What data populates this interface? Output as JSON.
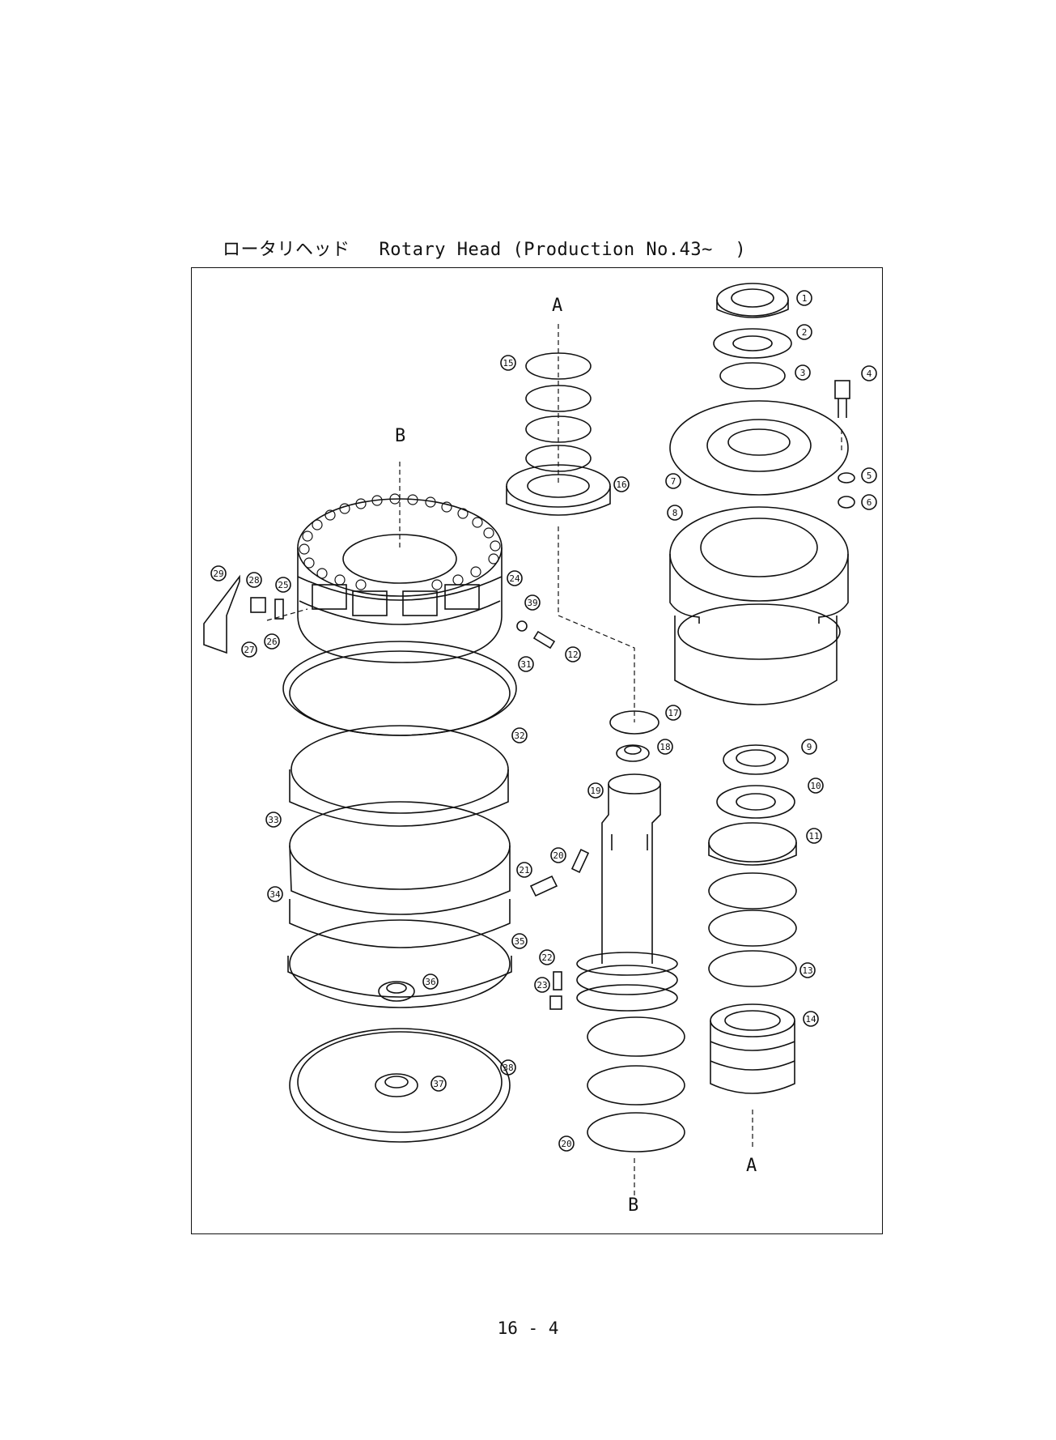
{
  "header": {
    "japanese_title": "ロータリヘッド",
    "english_title": "Rotary Head (Production No.43~  )"
  },
  "view_markers": {
    "a_top": "A",
    "a_bottom": "A",
    "b_top": "B",
    "b_bottom": "B"
  },
  "callouts": {
    "c1": "1",
    "c2": "2",
    "c3": "3",
    "c4": "4",
    "c5": "5",
    "c6": "6",
    "c7": "7",
    "c8": "8",
    "c9": "9",
    "c10": "10",
    "c11": "11",
    "c12": "12",
    "c13": "13",
    "c14": "14",
    "c15": "15",
    "c16": "16",
    "c17": "17",
    "c18": "18",
    "c19": "19",
    "c20": "20",
    "c20b": "20",
    "c21": "21",
    "c22": "22",
    "c23": "23",
    "c24": "24",
    "c25": "25",
    "c26": "26",
    "c27": "27",
    "c28": "28",
    "c29": "29",
    "c31": "31",
    "c32": "32",
    "c33": "33",
    "c34": "34",
    "c35": "35",
    "c36": "36",
    "c37": "37",
    "c38": "38",
    "c39": "39"
  },
  "footer": {
    "page_number": "16 - 4"
  }
}
